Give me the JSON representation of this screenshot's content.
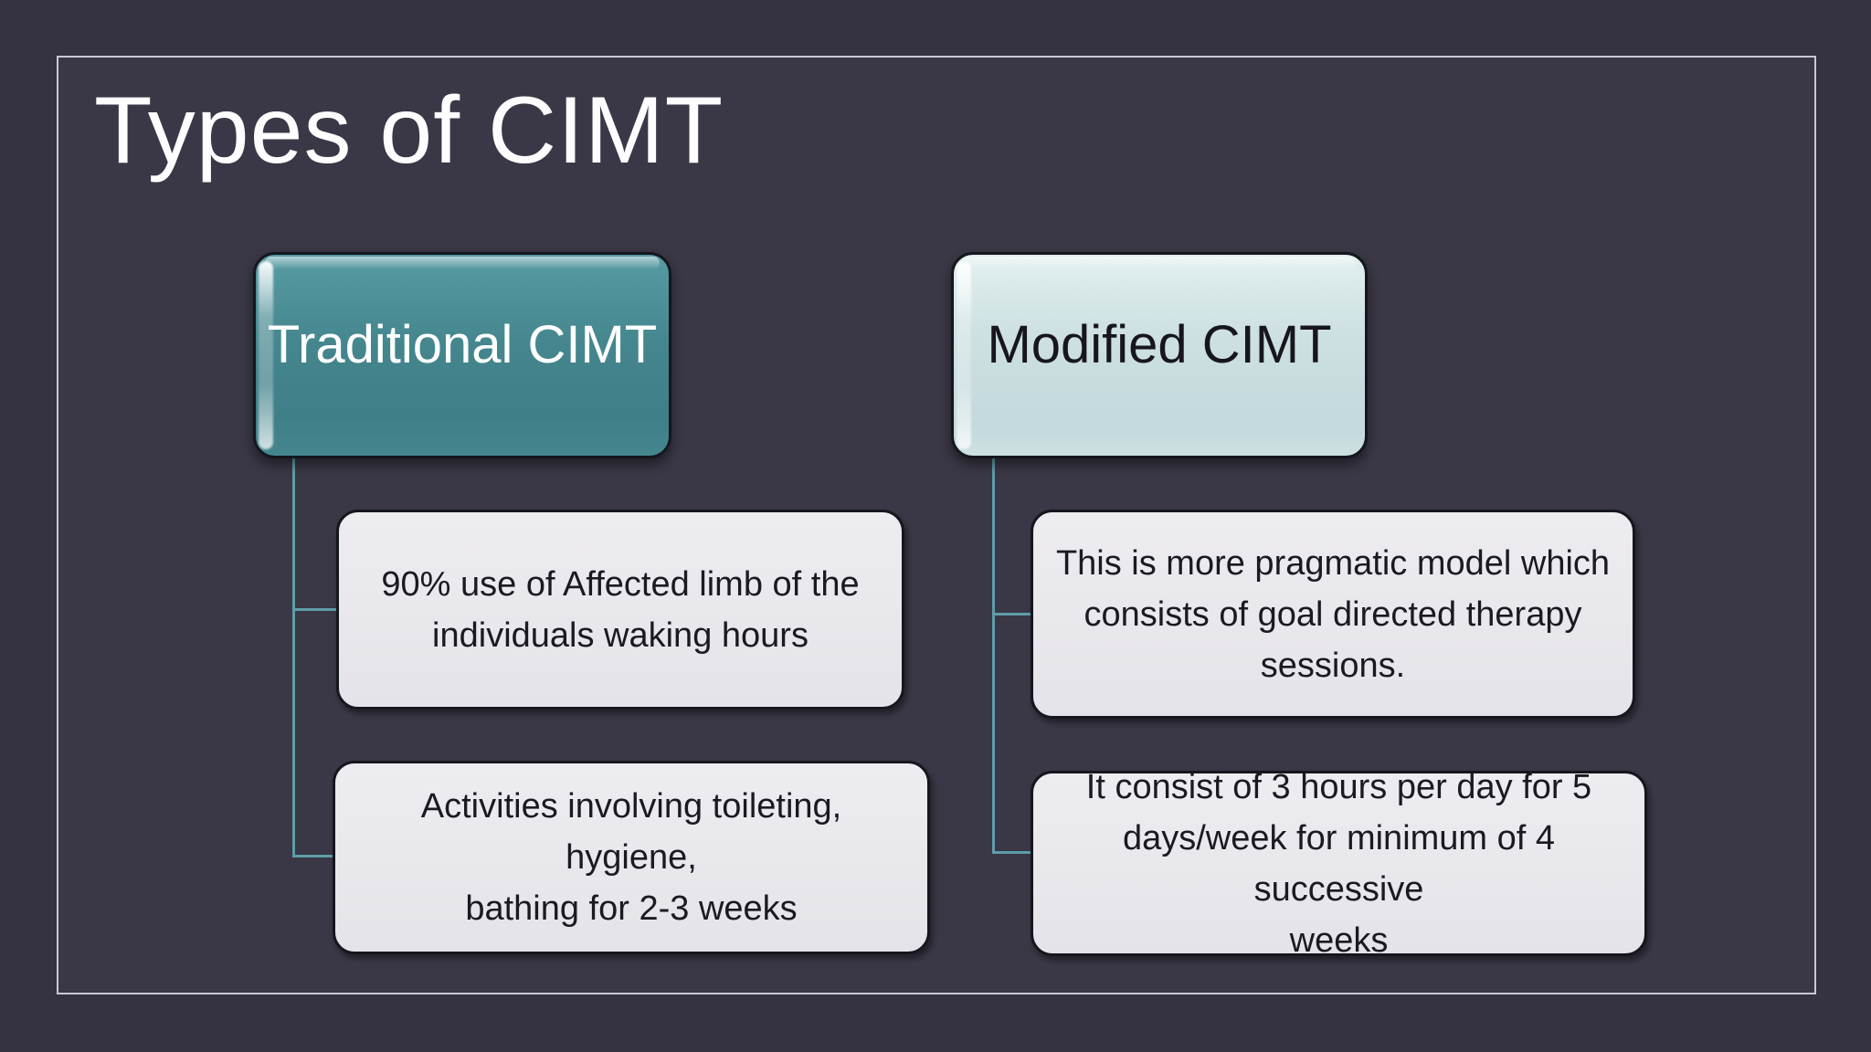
{
  "slide": {
    "title": "Types of CIMT"
  },
  "diagram": {
    "traditional": {
      "header": "Traditional CIMT",
      "items": [
        {
          "lines": [
            "90% use of Affected limb of the",
            "individuals waking hours"
          ]
        },
        {
          "lines": [
            "Activities involving toileting, hygiene,",
            "bathing for 2-3 weeks"
          ]
        }
      ]
    },
    "modified": {
      "header": "Modified CIMT",
      "items": [
        {
          "lines": [
            "This is more pragmatic model which",
            "consists of goal directed therapy sessions."
          ]
        },
        {
          "lines": [
            "It consist of 3 hours per day for 5",
            "days/week for minimum of 4 successive",
            "weeks"
          ]
        }
      ]
    }
  },
  "colors": {
    "background": "#353241",
    "frame_border": "#c9c9d6",
    "traditional_fill": "#45868e",
    "modified_fill": "#cde0e2",
    "child_fill": "#e8e7ec",
    "connector": "#5e9da8",
    "title_text": "#fdfdfd",
    "dark_text": "#1b1a21"
  }
}
